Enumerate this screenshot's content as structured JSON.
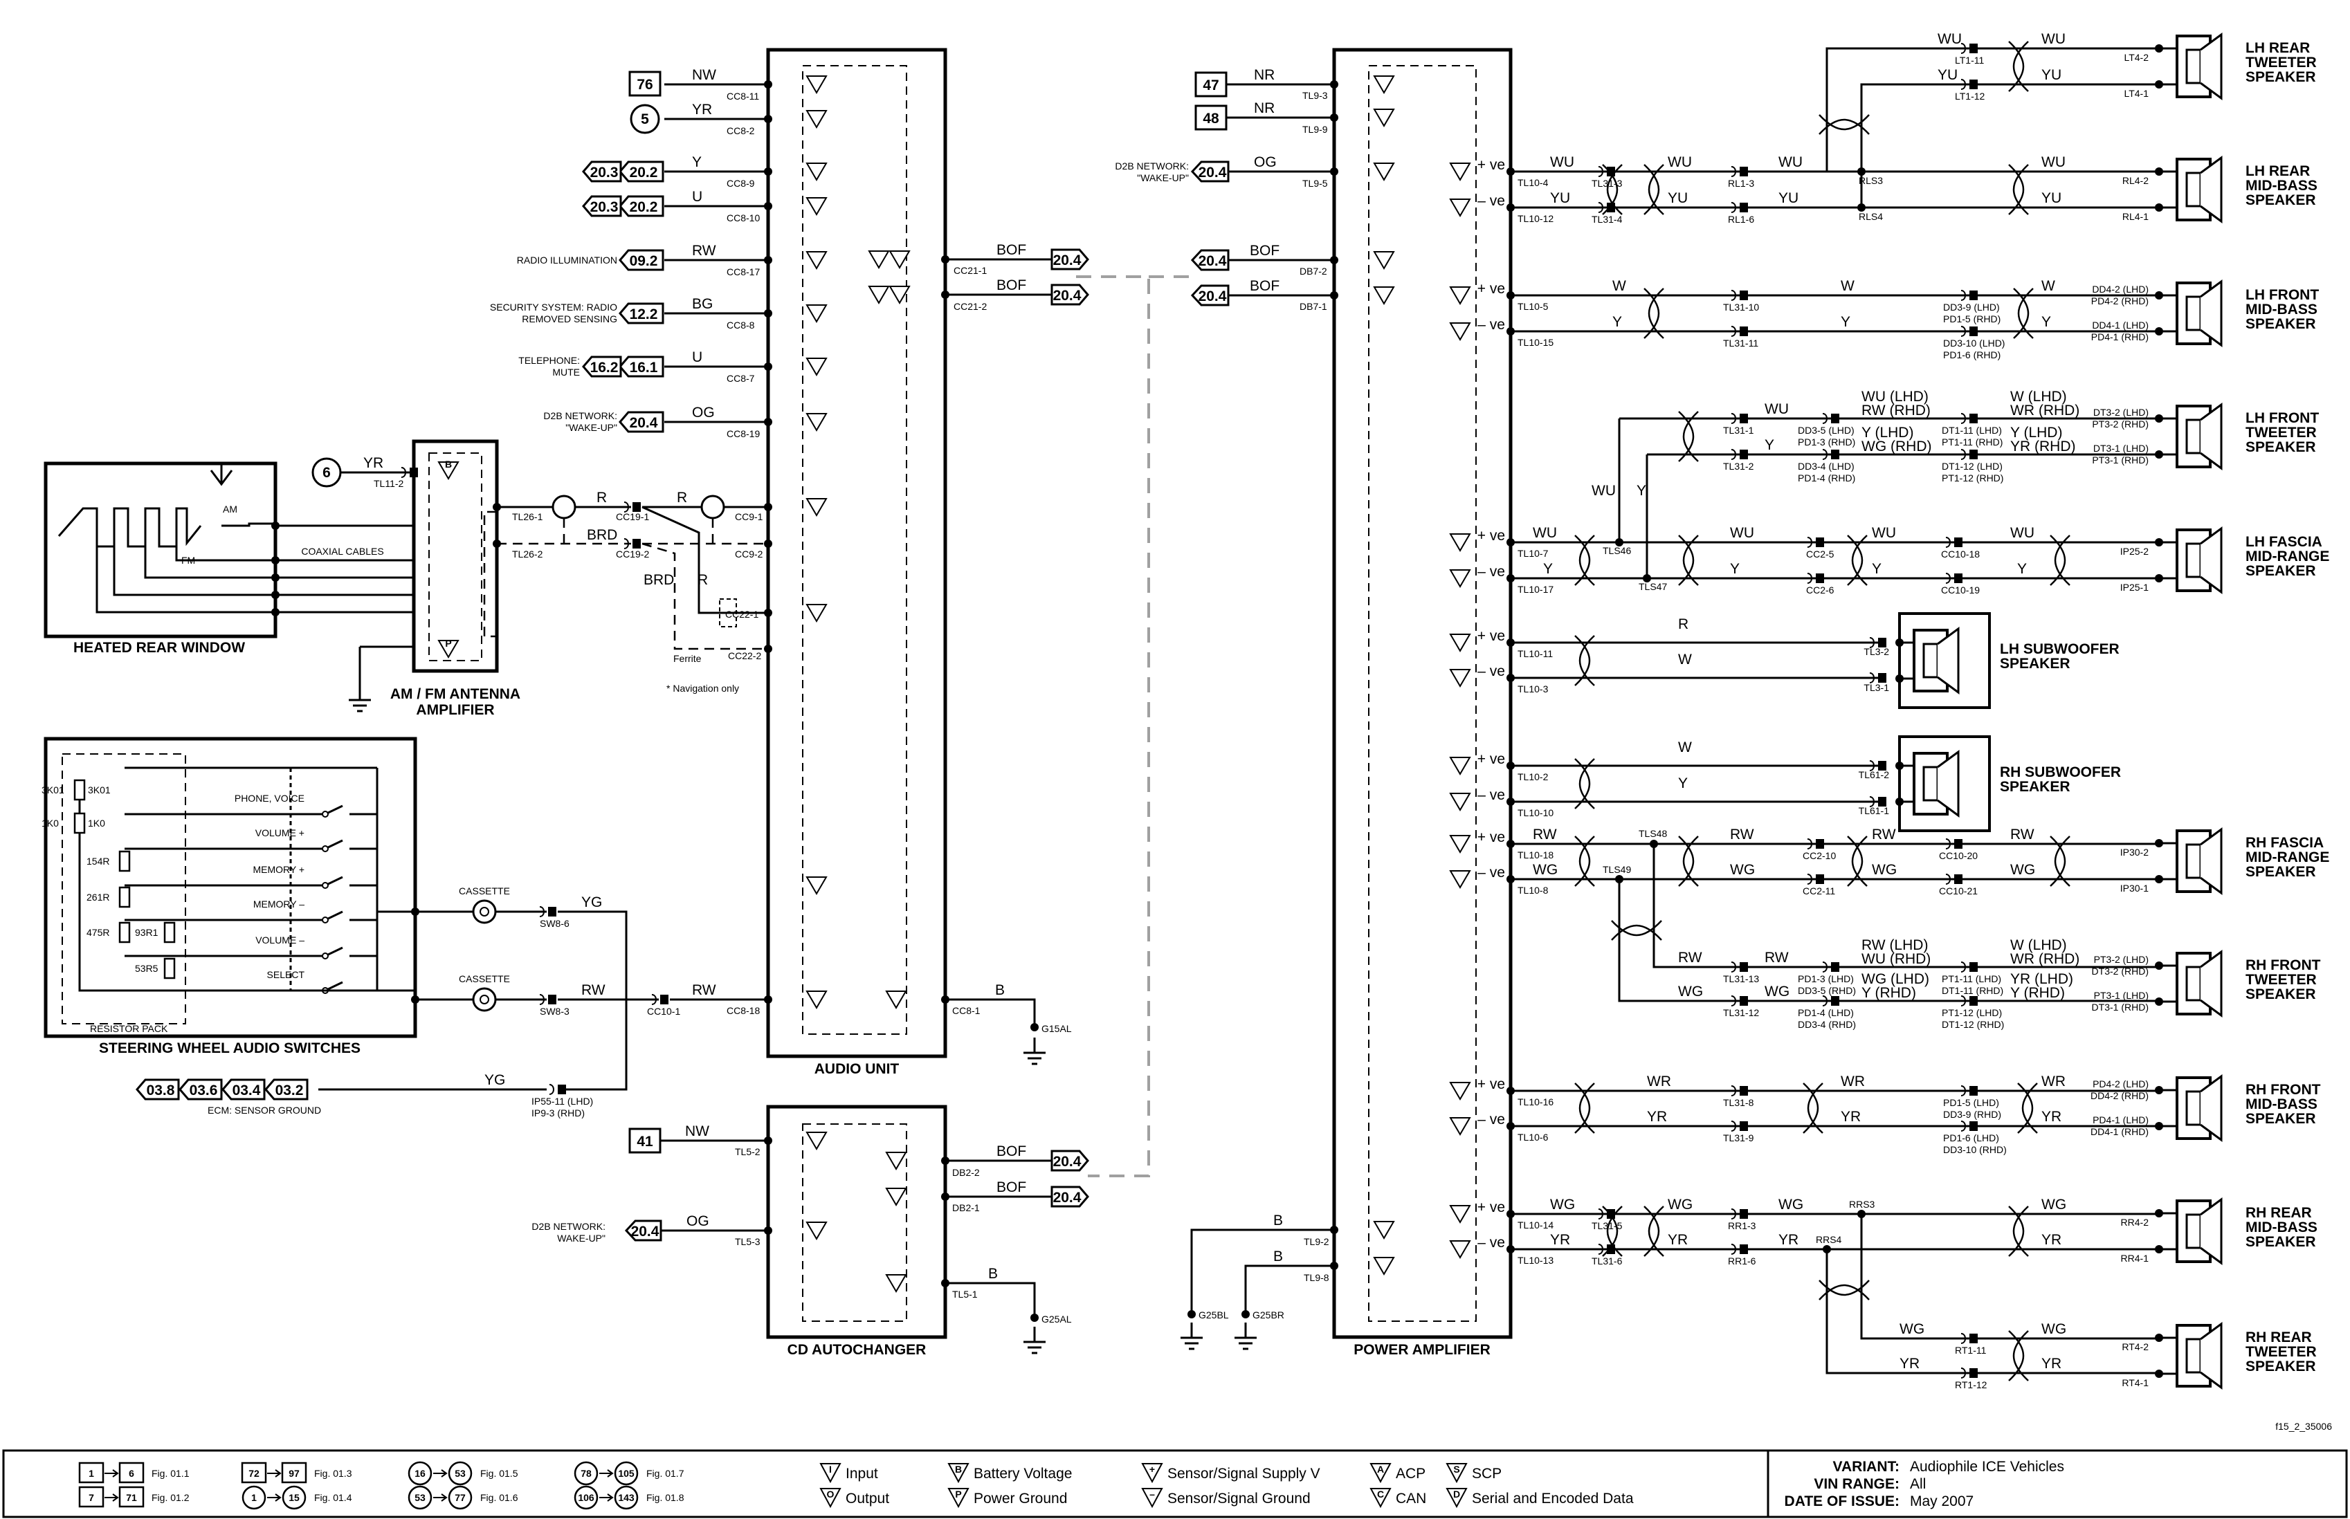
{
  "components": {
    "audio_unit": "AUDIO UNIT",
    "cd_autochanger": "CD AUTOCHANGER",
    "power_amplifier": "POWER AMPLIFIER",
    "antenna_amp_1": "AM / FM ANTENNA",
    "antenna_amp_2": "AMPLIFIER",
    "heated_rear_window": "HEATED REAR WINDOW",
    "steering_wheel_switches": "STEERING WHEEL AUDIO SWITCHES",
    "resistor_pack": "RESISTOR PACK",
    "coaxial_cables": "COAXIAL CABLES",
    "am": "AM",
    "fm": "FM",
    "ferrite": "Ferrite",
    "navigation_note": "*  Navigation only",
    "cassette": "CASSETTE",
    "ecm_sensor_ground": "ECM: SENSOR GROUND",
    "ip55_lhd": "IP55-11 (LHD)",
    "ip9_rhd": "IP9-3 (RHD)",
    "drawing_id": "f15_2_35006"
  },
  "switches": [
    "PHONE, VOICE",
    "VOLUME +",
    "MEMORY +",
    "MEMORY –",
    "VOLUME –",
    "SELECT"
  ],
  "resistors": [
    "3K01",
    "1K0",
    "154R",
    "261R",
    "475R",
    "93R1",
    "53R5"
  ],
  "audio_left_signals": [
    {
      "ref": "76",
      "wire": "NW",
      "pin": "CC8-11",
      "desc": ""
    },
    {
      "ref": "5",
      "wire": "YR",
      "pin": "CC8-2",
      "desc": ""
    },
    {
      "ref": "20.2",
      "ref2": "20.3",
      "wire": "Y",
      "pin": "CC8-9",
      "desc": ""
    },
    {
      "ref": "20.2",
      "ref2": "20.3",
      "wire": "U",
      "pin": "CC8-10",
      "desc": ""
    },
    {
      "ref": "09.2",
      "wire": "RW",
      "pin": "CC8-17",
      "desc": "RADIO ILLUMINATION"
    },
    {
      "ref": "12.2",
      "wire": "BG",
      "pin": "CC8-8",
      "desc": "SECURITY SYSTEM: RADIO",
      "desc2": "REMOVED SENSING"
    },
    {
      "ref": "16.1",
      "ref2": "16.2",
      "wire": "U",
      "pin": "CC8-7",
      "desc": "TELEPHONE:",
      "desc2": "MUTE"
    },
    {
      "ref": "20.4",
      "wire": "OG",
      "pin": "CC8-19",
      "desc": "D2B NETWORK:",
      "desc2": "\"WAKE-UP\""
    }
  ],
  "antenna_links": {
    "ref6": "6",
    "wire": "YR",
    "pin_in": "TL11-2",
    "tl26_1": "TL26-1",
    "tl26_2": "TL26-2",
    "r": "R",
    "brd": "BRD",
    "cc19_1": "CC19-1",
    "cc19_2": "CC19-2",
    "cc9_1": "CC9-1",
    "cc9_2": "CC9-2",
    "cc22_1": "CC22-1",
    "cc22_2": "CC22-2"
  },
  "audio_right": {
    "bof": "BOF",
    "cc21_1": "CC21-1",
    "cc21_2": "CC21-2",
    "ref": "20.4",
    "b": "B",
    "cc8_1": "CC8-1",
    "g15al": "G15AL",
    "rw": "RW",
    "cc8_18": "CC8-18",
    "cc10_1": "CC10-1",
    "yg": "YG",
    "sw8_6": "SW8-6",
    "sw8_3": "SW8-3"
  },
  "ecm_refs": [
    "03.8",
    "03.6",
    "03.4",
    "03.2"
  ],
  "cd": {
    "ref41": "41",
    "nw": "NW",
    "tl5_2": "TL5-2",
    "og": "OG",
    "tl5_3": "TL5-3",
    "ref": "20.4",
    "d2b": "D2B NETWORK:",
    "d2b2": "WAKE-UP\"",
    "bof": "BOF",
    "db2_2": "DB2-2",
    "db2_1": "DB2-1",
    "b": "B",
    "tl5_1": "TL5-1",
    "g25al": "G25AL"
  },
  "amp_left": {
    "ref47": "47",
    "nr": "NR",
    "tl9_3": "TL9-3",
    "ref48": "48",
    "tl9_9": "TL9-9",
    "d2b": "D2B NETWORK:",
    "d2b2": "\"WAKE-UP\"",
    "ref": "20.4",
    "og": "OG",
    "tl9_5": "TL9-5",
    "bof": "BOF",
    "db7_2": "DB7-2",
    "db7_1": "DB7-1",
    "b": "B",
    "tl9_2": "TL9-2",
    "tl9_8": "TL9-8",
    "g25bl": "G25BL",
    "g25br": "G25BR"
  },
  "amp_pins": [
    "TL10-4",
    "TL10-12",
    "TL10-5",
    "TL10-15",
    "TL10-7",
    "TL10-17",
    "TL10-11",
    "TL10-3",
    "TL10-2",
    "TL10-10",
    "TL10-18",
    "TL10-8",
    "TL10-16",
    "TL10-6",
    "TL10-14",
    "TL10-13"
  ],
  "ve_plus": "+ ve",
  "ve_minus": "– ve",
  "speakers": [
    {
      "l1": "LH REAR",
      "l2": "TWEETER",
      "l3": "SPEAKER",
      "p1": "LT4-2",
      "p2": "LT4-1"
    },
    {
      "l1": "LH REAR",
      "l2": "MID-BASS",
      "l3": "SPEAKER",
      "p1": "RL4-2",
      "p2": "RL4-1"
    },
    {
      "l1": "LH FRONT",
      "l2": "MID-BASS",
      "l3": "SPEAKER",
      "p1": "DD4-2 (LHD)",
      "p1b": "PD4-2 (RHD)",
      "p2": "DD4-1 (LHD)",
      "p2b": "PD4-1 (RHD)"
    },
    {
      "l1": "LH FRONT",
      "l2": "TWEETER",
      "l3": "SPEAKER",
      "p1": "DT3-2 (LHD)",
      "p1b": "PT3-2 (RHD)",
      "p2": "DT3-1 (LHD)",
      "p2b": "PT3-1 (RHD)"
    },
    {
      "l1": "LH FASCIA",
      "l2": "MID-RANGE",
      "l3": "SPEAKER",
      "p1": "IP25-2",
      "p2": "IP25-1"
    },
    {
      "l1": "LH SUBWOOFER",
      "l2": "SPEAKER",
      "l3": "",
      "p1": "TL3-2",
      "p2": "TL3-1"
    },
    {
      "l1": "RH SUBWOOFER",
      "l2": "SPEAKER",
      "l3": "",
      "p1": "TL61-2",
      "p2": "TL61-1"
    },
    {
      "l1": "RH FASCIA",
      "l2": "MID-RANGE",
      "l3": "SPEAKER",
      "p1": "IP30-2",
      "p2": "IP30-1"
    },
    {
      "l1": "RH FRONT",
      "l2": "TWEETER",
      "l3": "SPEAKER",
      "p1": "PT3-2 (LHD)",
      "p1b": "DT3-2 (RHD)",
      "p2": "PT3-1 (LHD)",
      "p2b": "DT3-1 (RHD)"
    },
    {
      "l1": "RH FRONT",
      "l2": "MID-BASS",
      "l3": "SPEAKER",
      "p1": "PD4-2 (LHD)",
      "p1b": "DD4-2 (RHD)",
      "p2": "PD4-1 (LHD)",
      "p2b": "DD4-1 (RHD)"
    },
    {
      "l1": "RH REAR",
      "l2": "MID-BASS",
      "l3": "SPEAKER",
      "p1": "RR4-2",
      "p2": "RR4-1"
    },
    {
      "l1": "RH REAR",
      "l2": "TWEETER",
      "l3": "SPEAKER",
      "p1": "RT4-2",
      "p2": "RT4-1"
    }
  ],
  "wires": {
    "wu": "WU",
    "yu": "YU",
    "w": "W",
    "y": "Y",
    "r": "R",
    "rw": "RW",
    "wg": "WG",
    "wr": "WR",
    "yr": "YR",
    "wu_lhd": "WU (LHD)",
    "rw_rhd": "RW (RHD)",
    "y_lhd": "Y (LHD)",
    "wg_rhd": "WG (RHD)",
    "w_lhd": "W (LHD)",
    "wr_rhd": "WR (RHD)",
    "yr_rhd": "YR (RHD)",
    "rw_lhd": "RW (LHD)",
    "wu_rhd": "WU (RHD)",
    "wg_lhd": "WG (LHD)",
    "y_rhd": "Y (RHD)",
    "yr_lhd": "YR (LHD)"
  },
  "pins": {
    "lt1_11": "LT1-11",
    "lt1_12": "LT1-12",
    "rls3": "RLS3",
    "rls4": "RLS4",
    "tl31_3": "TL31-3",
    "tl31_4": "TL31-4",
    "rl1_3": "RL1-3",
    "rl1_6": "RL1-6",
    "tl31_10": "TL31-10",
    "tl31_11": "TL31-11",
    "dd3_9": "DD3-9 (LHD)",
    "pd1_5": "PD1-5 (RHD)",
    "dd3_10": "DD3-10 (LHD)",
    "pd1_6": "PD1-6 (RHD)",
    "tl31_1": "TL31-1",
    "tl31_2": "TL31-2",
    "dd3_5": "DD3-5 (LHD)",
    "pd1_3": "PD1-3 (RHD)",
    "dd3_4": "DD3-4 (LHD)",
    "pd1_4": "PD1-4 (RHD)",
    "dt1_11": "DT1-11 (LHD)",
    "pt1_11": "PT1-11 (RHD)",
    "dt1_12": "DT1-12 (LHD)",
    "pt1_12": "PT1-12 (RHD)",
    "tls46": "TLS46",
    "tls47": "TLS47",
    "cc2_5": "CC2-5",
    "cc2_6": "CC2-6",
    "cc10_18": "CC10-18",
    "cc10_19": "CC10-19",
    "tls48": "TLS48",
    "tls49": "TLS49",
    "cc2_10": "CC2-10",
    "cc2_11": "CC2-11",
    "cc10_20": "CC10-20",
    "cc10_21": "CC10-21",
    "tl31_13": "TL31-13",
    "tl31_12": "TL31-12",
    "pd1_3l": "PD1-3 (LHD)",
    "dd3_5r": "DD3-5 (RHD)",
    "pd1_4l": "PD1-4 (LHD)",
    "dd3_4r": "DD3-4 (RHD)",
    "pt1_11l": "PT1-11 (LHD)",
    "dt1_11r": "DT1-11 (RHD)",
    "pt1_12l": "PT1-12 (LHD)",
    "dt1_12r": "DT1-12 (RHD)",
    "tl31_8": "TL31-8",
    "tl31_9": "TL31-9",
    "pd1_5l": "PD1-5 (LHD)",
    "dd3_9r": "DD3-9 (RHD)",
    "pd1_6l": "PD1-6 (LHD)",
    "dd3_10r": "DD3-10 (RHD)",
    "tl31_5": "TL31-5",
    "tl31_6": "TL31-6",
    "rr1_3": "RR1-3",
    "rr1_6": "RR1-6",
    "rrs3": "RRS3",
    "rrs4": "RRS4",
    "rt1_11": "RT1-11",
    "rt1_12": "RT1-12"
  },
  "legend": {
    "ranges": [
      {
        "a": "1",
        "b": "6",
        "fig": "Fig. 01.1"
      },
      {
        "a": "7",
        "b": "71",
        "fig": "Fig. 01.2"
      },
      {
        "a": "72",
        "b": "97",
        "fig": "Fig. 01.3"
      },
      {
        "a": "1",
        "b": "15",
        "fig": "Fig. 01.4"
      },
      {
        "a": "16",
        "b": "53",
        "fig": "Fig. 01.5"
      },
      {
        "a": "53",
        "b": "77",
        "fig": "Fig. 01.6"
      },
      {
        "a": "78",
        "b": "105",
        "fig": "Fig. 01.7"
      },
      {
        "a": "106",
        "b": "143",
        "fig": "Fig. 01.8"
      }
    ],
    "symbols": [
      {
        "sym": "I",
        "label": "Input"
      },
      {
        "sym": "O",
        "label": "Output"
      },
      {
        "sym": "B",
        "label": "Battery Voltage"
      },
      {
        "sym": "P",
        "label": "Power Ground"
      },
      {
        "sym": "+",
        "label": "Sensor/Signal Supply V"
      },
      {
        "sym": "–",
        "label": "Sensor/Signal Ground"
      },
      {
        "sym": "A",
        "label": "ACP"
      },
      {
        "sym": "C",
        "label": "CAN"
      },
      {
        "sym": "S",
        "label": "SCP"
      },
      {
        "sym": "D",
        "label": "Serial and Encoded Data"
      }
    ],
    "variant_label": "VARIANT:",
    "variant": "Audiophile ICE Vehicles",
    "vin_label": "VIN RANGE:",
    "vin": "All",
    "date_label": "DATE OF ISSUE:",
    "date": "May 2007"
  }
}
